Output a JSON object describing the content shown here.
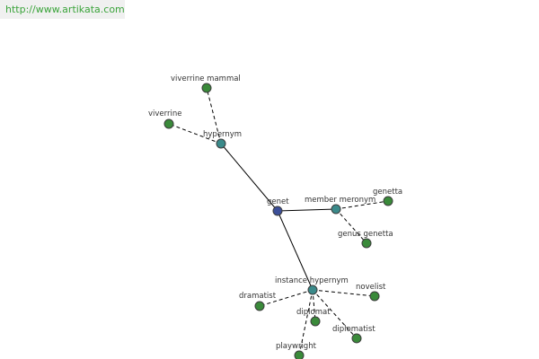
{
  "source_link": "http://www.artikata.com",
  "colors": {
    "leaf_node": "#3a8a3a",
    "relation_node": "#3a8a8a",
    "root_node": "#3c4f99"
  },
  "graph": {
    "nodes": [
      {
        "id": "genet",
        "label": "genet",
        "kind": "root"
      },
      {
        "id": "hypernym",
        "label": "hypernym",
        "kind": "relation"
      },
      {
        "id": "viverrine-mammal",
        "label": "viverrine mammal",
        "kind": "leaf"
      },
      {
        "id": "viverrine",
        "label": "viverrine",
        "kind": "leaf"
      },
      {
        "id": "member-meronym",
        "label": "member meronym",
        "kind": "relation"
      },
      {
        "id": "genetta",
        "label": "genetta",
        "kind": "leaf"
      },
      {
        "id": "genus-genetta",
        "label": "genus genetta",
        "kind": "leaf"
      },
      {
        "id": "instance-hypernym",
        "label": "instance hypernym",
        "kind": "relation"
      },
      {
        "id": "dramatist",
        "label": "dramatist",
        "kind": "leaf"
      },
      {
        "id": "novelist",
        "label": "novelist",
        "kind": "leaf"
      },
      {
        "id": "diplomat",
        "label": "diplomat",
        "kind": "leaf"
      },
      {
        "id": "diplomatist",
        "label": "diplomatist",
        "kind": "leaf"
      },
      {
        "id": "playwright",
        "label": "playwright",
        "kind": "leaf"
      }
    ],
    "edges": [
      {
        "from": "genet",
        "to": "hypernym",
        "style": "solid"
      },
      {
        "from": "genet",
        "to": "member-meronym",
        "style": "solid"
      },
      {
        "from": "genet",
        "to": "instance-hypernym",
        "style": "solid"
      },
      {
        "from": "hypernym",
        "to": "viverrine-mammal",
        "style": "dashed"
      },
      {
        "from": "hypernym",
        "to": "viverrine",
        "style": "dashed"
      },
      {
        "from": "member-meronym",
        "to": "genetta",
        "style": "dashed"
      },
      {
        "from": "member-meronym",
        "to": "genus-genetta",
        "style": "dashed"
      },
      {
        "from": "instance-hypernym",
        "to": "dramatist",
        "style": "dashed"
      },
      {
        "from": "instance-hypernym",
        "to": "novelist",
        "style": "dashed"
      },
      {
        "from": "instance-hypernym",
        "to": "diplomat",
        "style": "dashed"
      },
      {
        "from": "instance-hypernym",
        "to": "diplomatist",
        "style": "dashed"
      },
      {
        "from": "instance-hypernym",
        "to": "playwright",
        "style": "dashed"
      }
    ]
  }
}
